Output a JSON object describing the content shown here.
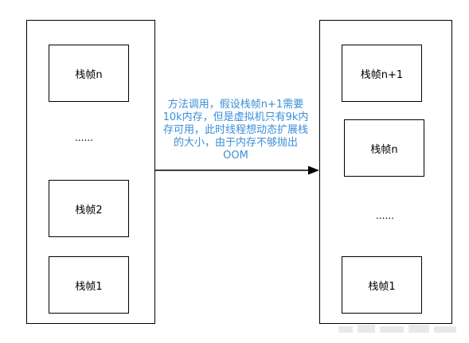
{
  "left_stack": {
    "frames": [
      {
        "label": "栈帧n"
      },
      {
        "label": "栈帧2"
      },
      {
        "label": "栈帧1"
      }
    ],
    "ellipsis": "......"
  },
  "right_stack": {
    "frames": [
      {
        "label": "栈帧n+1"
      },
      {
        "label": "栈帧n"
      },
      {
        "label": "栈帧1"
      }
    ],
    "ellipsis": "......"
  },
  "transition": {
    "note": "方法调用，假设栈帧n+1需要\n10k内存，但是虚拟机只有9k内\n存可用，此时线程想动态扩展栈\n的大小，由于内存不够抛出\nOOM"
  },
  "colors": {
    "note_text": "#3a8ed8",
    "stroke": "#000000"
  }
}
